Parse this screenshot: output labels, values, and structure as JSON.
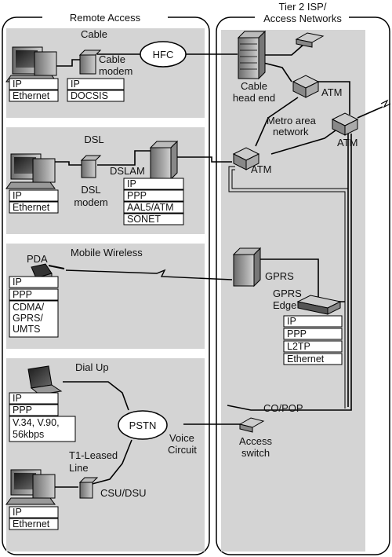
{
  "panels": {
    "remote": {
      "title": "Remote Access"
    },
    "isp": {
      "title_line1": "Tier 2 ISP/",
      "title_line2": "Access Networks"
    }
  },
  "sections": {
    "cable": {
      "title": "Cable",
      "pc_stack": [
        "IP",
        "Ethernet"
      ],
      "modem_label": [
        "Cable",
        "modem"
      ],
      "modem_stack": [
        "IP",
        "DOCSIS"
      ],
      "cloud": "HFC"
    },
    "dsl": {
      "title": "DSL",
      "pc_stack": [
        "IP",
        "Ethernet"
      ],
      "modem_label": [
        "DSL",
        "modem"
      ],
      "dslam_label": "DSLAM",
      "dslam_stack": [
        "IP",
        "PPP",
        "AAL5/ATM",
        "SONET"
      ]
    },
    "mobile": {
      "title": "Mobile Wireless",
      "device_label": "PDA",
      "stack": [
        "IP",
        "PPP",
        "CDMA/",
        "GPRS/",
        "UMTS"
      ]
    },
    "dialup": {
      "title": "Dial Up",
      "pc_stack": [
        "IP",
        "PPP",
        "V.34, V.90,",
        "56kbps"
      ],
      "cloud": "PSTN",
      "voice_label": [
        "Voice",
        "Circuit"
      ],
      "t1_label": [
        "T1-Leased",
        "Line"
      ],
      "csu_label": "CSU/DSU",
      "pc2_stack": [
        "IP",
        "Ethernet"
      ]
    }
  },
  "isp_nodes": {
    "headend": [
      "Cable",
      "head end"
    ],
    "atm_top": "ATM",
    "atm_right": "ATM",
    "atm_left": "ATM",
    "metro": [
      "Metro area",
      "network"
    ],
    "gprs": "GPRS",
    "gprs_edge": [
      "GPRS",
      "Edge"
    ],
    "gprs_edge_stack": [
      "IP",
      "PPP",
      "L2TP",
      "Ethernet"
    ],
    "copop": "CO/POP",
    "access_switch": [
      "Access",
      "switch"
    ]
  },
  "colors": {
    "panel": "#d4d4d4",
    "border": "#000000",
    "stack_bg": "#ffffff"
  }
}
